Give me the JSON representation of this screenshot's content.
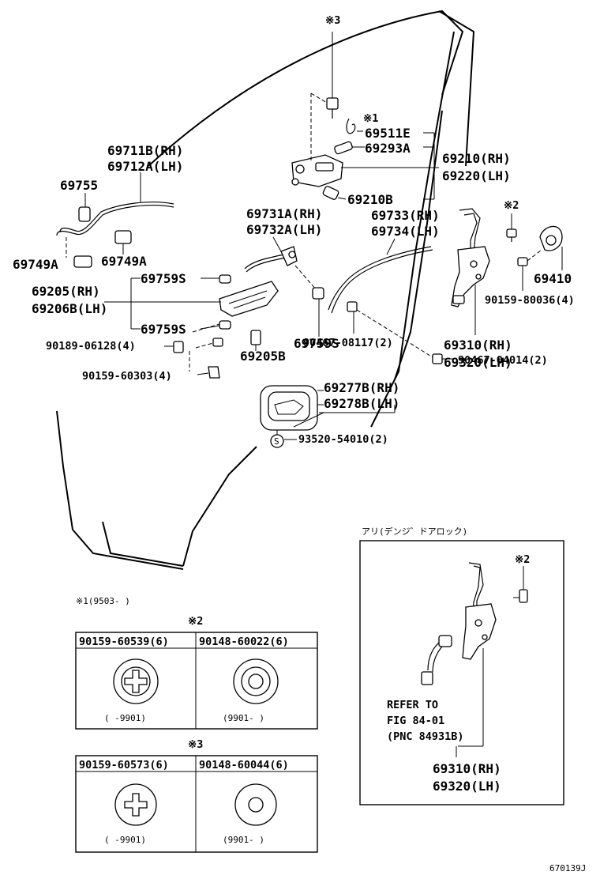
{
  "note_marks": {
    "m3_top": "※3",
    "m1_top": "※1",
    "m2_right": "※2",
    "m2_inset": "※2",
    "m2_table": "※2",
    "m3_table": "※3"
  },
  "parts": {
    "p69511E": "69511E",
    "p69293A": "69293A",
    "p69210B": "69210B",
    "p69210_rh": "69210(RH)",
    "p69220_lh": "69220(LH)",
    "p69711B_rh": "69711B(RH)",
    "p69712A_lh": "69712A(LH)",
    "p69755": "69755",
    "p69749A_left": "69749A",
    "p69749A_right": "69749A",
    "p69731A_rh": "69731A(RH)",
    "p69732A_lh": "69732A(LH)",
    "p69733_rh": "69733(RH)",
    "p69734_lh": "69734(LH)",
    "p69205_rh": "69205(RH)",
    "p69206B_lh": "69206B(LH)",
    "p69759S_a": "69759S",
    "p69759S_b": "69759S",
    "p69759S_c": "69759S",
    "p90189": "90189-06128(4)",
    "p90159_60303": "90159-60303(4)",
    "p69205B": "69205B",
    "p90467_08117": "90467-08117(2)",
    "p90467_04014": "90467-04014(2)",
    "p69410": "69410",
    "p90159_80036": "90159-80036(4)",
    "p69310_rh": "69310(RH)",
    "p69320_lh": "69320(LH)",
    "p69277B_rh": "69277B(RH)",
    "p69278B_lh": "69278B(LH)",
    "p93520": "93520-54010(2)",
    "s_mark": "S"
  },
  "notes": {
    "note1": "※1(9503-    )"
  },
  "inset": {
    "title": "アリ(デンジ゛ドアロック)",
    "refer1": "REFER TO",
    "refer2": "FIG 84-01",
    "refer3": "(PNC 84931B)",
    "part_rh": "69310(RH)",
    "part_lh": "69320(LH)"
  },
  "tables": {
    "t2": {
      "left_part": "90159-60539(6)",
      "right_part": "90148-60022(6)",
      "left_range": "(     -9901)",
      "right_range": "(9901-     )"
    },
    "t3": {
      "left_part": "90159-60573(6)",
      "right_part": "90148-60044(6)",
      "left_range": "(     -9901)",
      "right_range": "(9901-     )"
    }
  },
  "figure_code": "670139J"
}
